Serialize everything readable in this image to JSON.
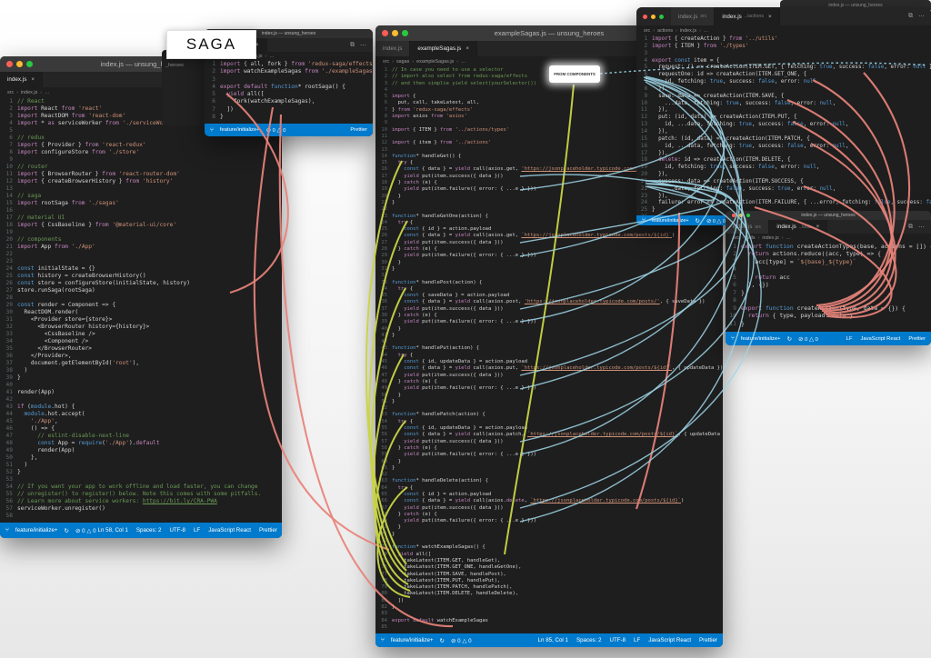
{
  "annotations": {
    "saga_label": "SAGA",
    "from_components_label": "FROM COMPONENTS",
    "arrow_colors": {
      "salmon": "#e8837a",
      "yellow_green": "#c9d545",
      "light_blue": "#9fd6e8"
    },
    "status_bar_color": "#007acc"
  },
  "background_window_title": "index.js — unsung_heroes",
  "fragment_text": "_heroes",
  "status_common": {
    "branch": "feature/initialize+",
    "errors": "0",
    "warnings": "0"
  },
  "windows": {
    "app_index": {
      "title": "index.js — unsung_heroes",
      "tabs": [
        {
          "label": "index.js",
          "active": true
        }
      ],
      "breadcrumb": [
        "src",
        "index.js",
        "…"
      ],
      "status_right": [
        "Ln 58, Col 1",
        "Spaces: 2",
        "UTF-8",
        "LF",
        "JavaScript React",
        "Prettier"
      ],
      "lines": [
        "// React",
        "import React from 'react'",
        "import ReactDOM from 'react-dom'",
        "import * as serviceWorker from './serviceWorker'",
        "",
        "// redux",
        "import { Provider } from 'react-redux'",
        "import configureStore from './store'",
        "",
        "// router",
        "import { BrowserRouter } from 'react-router-dom'",
        "import { createBrowserHistory } from 'history'",
        "",
        "// saga",
        "import rootSaga from './sagas'",
        "",
        "// material UI",
        "import { CssBaseline } from '@material-ui/core'",
        "",
        "// components",
        "import App from './App'",
        "",
        "",
        "const initialState = {}",
        "const history = createBrowserHistory()",
        "const store = configureStore(initialState, history)",
        "store.runSaga(rootSaga)",
        "",
        "const render = Component => {",
        "  ReactDOM.render(",
        "    <Provider store={store}>",
        "      <BrowserRouter history={history}>",
        "        <CssBaseline />",
        "        <Component />",
        "      </BrowserRouter>",
        "    </Provider>,",
        "    document.getElementById('root'),",
        "  )",
        "}",
        "",
        "render(App)",
        "",
        "if (module.hot) {",
        "  module.hot.accept(",
        "    './App',",
        "    () => {",
        "      // eslint-disable-next-line",
        "      const App = require('./App').default",
        "      render(App)",
        "    },",
        "  )",
        "}",
        "",
        "// If you want your app to work offline and load faster, you can change",
        "// unregister() to register() below. Note this comes with some pitfalls.",
        "// Learn more about service workers: https://bit.ly/CRA-PWA",
        "serviceWorker.unregister()",
        ""
      ]
    },
    "sagas_index": {
      "title": "index.js — unsung_heroes",
      "tabs": [
        {
          "label": "index.js",
          "detail": "../sagas",
          "active": true
        }
      ],
      "breadcrumb": [
        "src",
        "sagas",
        "index.js",
        "…"
      ],
      "status_right": [
        "Prettier"
      ],
      "lines": [
        "import { all, fork } from 'redux-saga/effects'",
        "import watchExampleSagas from './exampleSagas'",
        "",
        "export default function* rootSaga() {",
        "  yield all([",
        "    fork(watchExampleSagas),",
        "  ])",
        "}"
      ]
    },
    "example_sagas": {
      "title": "exampleSagas.js — unsung_heroes",
      "tabs": [
        {
          "label": "index.js",
          "active": false
        },
        {
          "label": "exampleSagas.js",
          "active": true
        }
      ],
      "breadcrumb": [
        "src",
        "sagas",
        "exampleSagas.js",
        "…"
      ],
      "status_right": [
        "Ln 85, Col 1",
        "Spaces: 2",
        "UTF-8",
        "LF",
        "JavaScript React",
        "Prettier"
      ],
      "lines": [
        "// In case you need to use a selector",
        "// import also select from redux-saga/effects",
        "// and then simplie yield select(yourSelector())",
        "",
        "import {",
        "  put, call, takeLatest, all,",
        "} from 'redux-saga/effects'",
        "import axios from 'axios'",
        "",
        "import { ITEM } from '../actions/types'",
        "",
        "import { item } from '../actions'",
        "",
        "function* handleGet() {",
        "  try {",
        "    const { data } = yield call(axios.get, 'https://jsonplaceholder.typicode.com/posts/')",
        "    yield put(item.success({ data }))",
        "  } catch (e) {",
        "    yield put(item.failure({ error: { ...e } }))",
        "  }",
        "}",
        "",
        "function* handleGetOne(action) {",
        "  try {",
        "    const { id } = action.payload",
        "    const { data } = yield call(axios.get, `https://jsonplaceholder.typicode.com/posts/${id}`)",
        "    yield put(item.success({ data }))",
        "  } catch (e) {",
        "    yield put(item.failure({ error: { ...e } }))",
        "  }",
        "}",
        "",
        "function* handlePost(action) {",
        "  try {",
        "    const { saveData } = action.payload",
        "    const { data } = yield call(axios.post, 'https://jsonplaceholder.typicode.com/posts/', { saveData })",
        "    yield put(item.success({ data }))",
        "  } catch (e) {",
        "    yield put(item.failure({ error: { ...e } }))",
        "  }",
        "}",
        "",
        "function* handlePut(action) {",
        "  try {",
        "    const { id, updateData } = action.payload",
        "    const { data } = yield call(axios.put, `https://jsonplaceholder.typicode.com/posts/${id}`, { updateData })",
        "    yield put(item.success({ data }))",
        "  } catch (e) {",
        "    yield put(item.failure({ error: { ...e } }))",
        "  }",
        "}",
        "",
        "function* handlePatch(action) {",
        "  try {",
        "    const { id, updateData } = action.payload",
        "    const { data } = yield call(axios.patch, `https://jsonplaceholder.typicode.com/posts/${id}`, { updateData })",
        "    yield put(item.success({ data }))",
        "  } catch (e) {",
        "    yield put(item.failure({ error: { ...e } }))",
        "  }",
        "}",
        "",
        "function* handleDelete(action) {",
        "  try {",
        "    const { id } = action.payload",
        "    const { data } = yield call(axios.delete, `https://jsonplaceholder.typicode.com/posts/${id}`)",
        "    yield put(item.success({ data }))",
        "  } catch (e) {",
        "    yield put(item.failure({ error: { ...e } }))",
        "  }",
        "}",
        "",
        "function* watchExampleSagas() {",
        "  yield all([",
        "    takeLatest(ITEM.GET, handleGet),",
        "    takeLatest(ITEM.GET_ONE, handleGetOne),",
        "    takeLatest(ITEM.SAVE, handlePost),",
        "    takeLatest(ITEM.PUT, handlePut),",
        "    takeLatest(ITEM.PATCH, handlePatch),",
        "    takeLatest(ITEM.DELETE, handleDelete),",
        "  ])",
        "}",
        "",
        "export default watchExampleSagas",
        ""
      ]
    },
    "actions_index": {
      "title": "index.js — unsung_heroes",
      "tabs": [
        {
          "label": "index.js",
          "detail": "src",
          "active": false
        },
        {
          "label": "index.js",
          "detail": "../actions",
          "active": true
        }
      ],
      "breadcrumb": [
        "src",
        "actions",
        "index.js",
        "…"
      ],
      "status_right": [],
      "lines": [
        "import { createAction } from '../utils'",
        "import { ITEM } from './types'",
        "",
        "export const item = {",
        "  request: () => createAction(ITEM.GET, { fetching: true, success: false, error: null }),",
        "  requestOne: id => createAction(ITEM.GET_ONE, {",
        "    id, fetching: true, success: false, error: null,",
        "  }),",
        "  save: data => createAction(ITEM.SAVE, {",
        "    ...data, fetching: true, success: false, error: null,",
        "  }),",
        "  put: (id, data) => createAction(ITEM.PUT, {",
        "    id, ...data, fetching: true, success: false, error: null,",
        "  }),",
        "  patch: (id, data) => createAction(ITEM.PATCH, {",
        "    id, ...data, fetching: true, success: false, error: null,",
        "  }),",
        "  delete: id => createAction(ITEM.DELETE, {",
        "    id, fetching: true, success: false, error: null,",
        "  }),",
        "  success: data => createAction(ITEM.SUCCESS, {",
        "    ...data, fetching: false, success: true, error: null,",
        "  }),",
        "  failure: error => createAction(ITEM.FAILURE, { ...error, fetching: false, success: false })",
        "}",
        ""
      ]
    },
    "utils_index": {
      "title": "index.js — unsung_heroes",
      "tabs": [
        {
          "label": "index.js",
          "detail": "src",
          "active": false
        },
        {
          "label": "index.js",
          "detail": "../utils",
          "active": true
        }
      ],
      "breadcrumb": [
        "src",
        "utils",
        "index.js",
        "…"
      ],
      "status_right": [
        "LF",
        "JavaScript React",
        "Prettier"
      ],
      "lines": [
        "export function createActionTypes(base, actions = []) {",
        "  return actions.reduce((acc, type) => {",
        "    acc[type] = `${base}_${type}`",
        "",
        "    return acc",
        "  }, {})",
        "}",
        "",
        "export function createAction(type, data = {}) {",
        "  return { type, payload: data }",
        "}"
      ]
    }
  }
}
